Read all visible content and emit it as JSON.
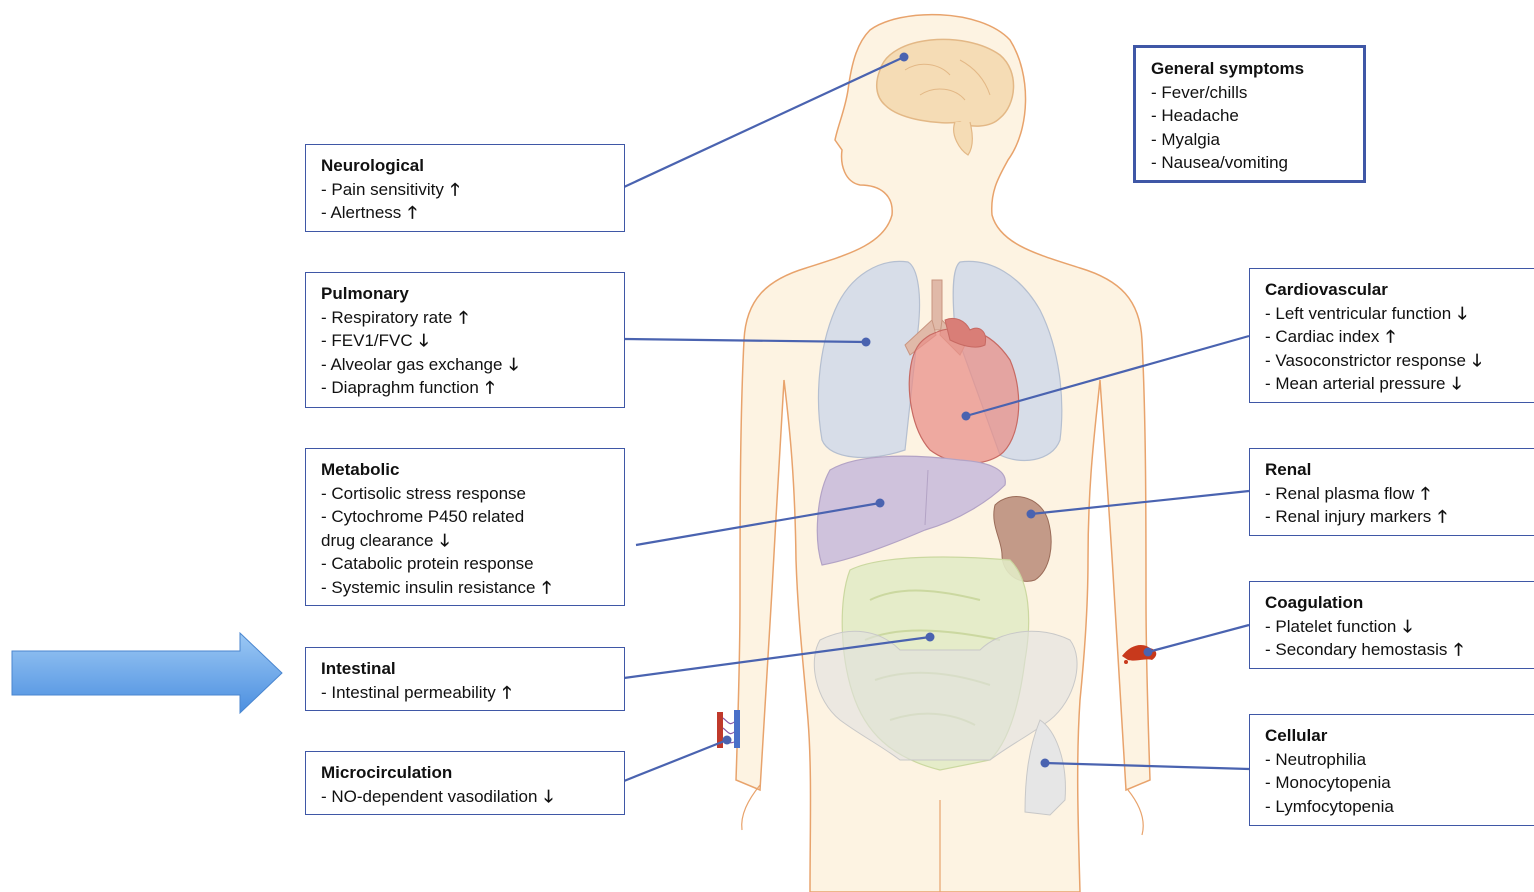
{
  "boxes": {
    "general": {
      "title": "General symptoms",
      "items": [
        {
          "text": "- Fever/chills",
          "arrow": ""
        },
        {
          "text": "- Headache",
          "arrow": ""
        },
        {
          "text": "- Myalgia",
          "arrow": ""
        },
        {
          "text": "- Nausea/vomiting",
          "arrow": ""
        }
      ]
    },
    "neurological": {
      "title": "Neurological",
      "items": [
        {
          "text": "- Pain sensitivity",
          "arrow": "🡑"
        },
        {
          "text": "- Alertness",
          "arrow": "🡑"
        }
      ]
    },
    "pulmonary": {
      "title": "Pulmonary",
      "items": [
        {
          "text": "- Respiratory rate",
          "arrow": "🡑"
        },
        {
          "text": "- FEV1/FVC",
          "arrow": "🡓"
        },
        {
          "text": "- Alveolar gas exchange",
          "arrow": "🡓"
        },
        {
          "text": "- Diapraghm function",
          "arrow": "🡑"
        }
      ]
    },
    "metabolic": {
      "title": "Metabolic",
      "items": [
        {
          "text": "- Cortisolic stress response",
          "arrow": ""
        },
        {
          "text": "- Cytochrome P450 related drug clearance",
          "arrow": "🡓"
        },
        {
          "text": "- Catabolic protein response",
          "arrow": ""
        },
        {
          "text": "- Systemic insulin resistance",
          "arrow": "🡑"
        }
      ]
    },
    "intestinal": {
      "title": "Intestinal",
      "items": [
        {
          "text": "- Intestinal permeability",
          "arrow": "🡑"
        }
      ]
    },
    "microcirculation": {
      "title": "Microcirculation",
      "items": [
        {
          "text": "- NO-dependent vasodilation",
          "arrow": "🡓"
        }
      ]
    },
    "cardiovascular": {
      "title": "Cardiovascular",
      "items": [
        {
          "text": "- Left ventricular function",
          "arrow": "🡓"
        },
        {
          "text": "- Cardiac index",
          "arrow": "🡑"
        },
        {
          "text": "- Vasoconstrictor response",
          "arrow": "🡓"
        },
        {
          "text": "- Mean arterial pressure",
          "arrow": "🡓"
        }
      ]
    },
    "renal": {
      "title": "Renal",
      "items": [
        {
          "text": "- Renal plasma flow",
          "arrow": "🡑"
        },
        {
          "text": "- Renal injury markers",
          "arrow": "🡑"
        }
      ]
    },
    "coagulation": {
      "title": "Coagulation",
      "items": [
        {
          "text": "- Platelet function",
          "arrow": "🡓"
        },
        {
          "text": "- Secondary hemostasis",
          "arrow": "🡑"
        }
      ]
    },
    "cellular": {
      "title": "Cellular",
      "items": [
        {
          "text": "- Neutrophilia",
          "arrow": ""
        },
        {
          "text": "- Monocytopenia",
          "arrow": ""
        },
        {
          "text": "- Lymfocytopenia",
          "arrow": ""
        }
      ]
    }
  },
  "colors": {
    "box_border": "#3f57a6",
    "connector": "#4a63b0",
    "body_outline": "#e8a36c",
    "body_fill": "#fdf3e2",
    "lung": "#d7dde8",
    "heart": "#e8908a",
    "liver": "#cfc2dc",
    "kidney": "#b98a78",
    "intestine": "#e2ebc6",
    "pelvis": "#e1e1e1",
    "arrow": "#5a9be6"
  }
}
